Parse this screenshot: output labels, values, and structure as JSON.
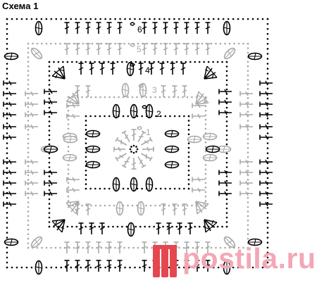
{
  "title": "Схема 1",
  "round_labels": [
    "1",
    "2",
    "3",
    "4",
    "5",
    "6"
  ],
  "watermark": "postila.ru",
  "colors": {
    "black": "#000000",
    "gray": "#a8a8a8",
    "watermark_pink": "#f3a7b6",
    "watermark_icon": "#e5474f"
  }
}
